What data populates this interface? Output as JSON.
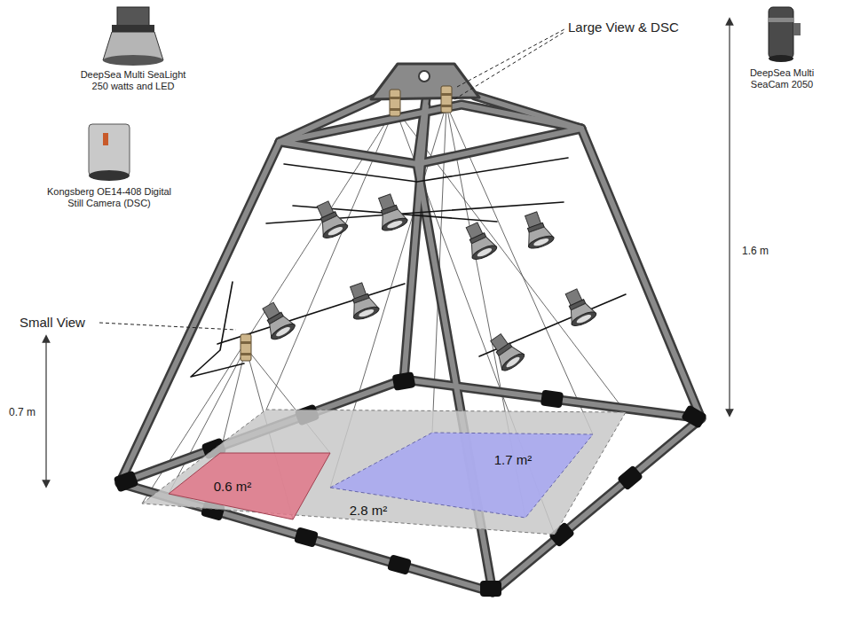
{
  "diagram": {
    "nodes": [
      {
        "text": [
          "2.8 m²"
        ]
      },
      {
        "text": [
          "0.6 m²"
        ]
      },
      {
        "text": [
          "1.7 m²"
        ],
        "in": 0
      }
    ],
    "labels": [
      "DeepSea Multi SeaLight 250 watts and LED",
      "Kongsberg OE14-408 Digital Still Camera (DSC)",
      "Large View & DSC",
      "DeepSea Multi SeaCam 2050",
      "Small View",
      "1.6 m",
      "0.7 m"
    ]
  }
}
